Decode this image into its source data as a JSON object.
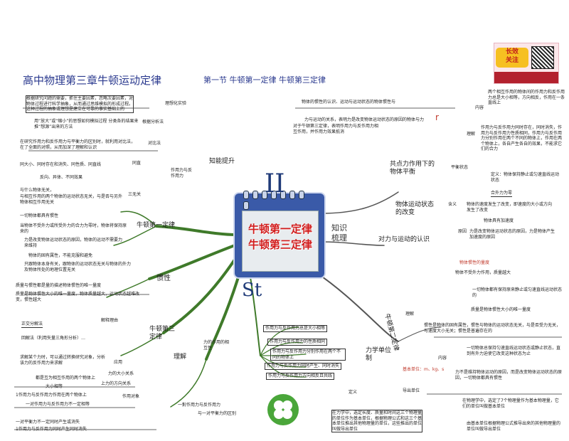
{
  "header": {
    "main_title": "高中物理第三章牛顿运动定律",
    "section_title": "第一节  牛顿第一定律  牛顿第三定律"
  },
  "center": {
    "cover_line1": "牛顿第一定律",
    "cover_line2": "牛顿第三定律",
    "big_letter_top": "II",
    "big_letter_bottom": "St",
    "knowledge_review": "知识\n梳理"
  },
  "left_panel": {
    "intro": "根据研究问题的需要，抓住主要因素，忽略次要因素，对物体过程进行科学抽象，从而通过思维模拟的形成过程。这种过程的抽象或理想是建立在可靠的事实基础上的",
    "ideal_experiment": "理想化实验",
    "analysis_method_note": "用“放大”或“缩小”的思想如何模拟过程 分类各的结果来推“想源”出来的方法",
    "methods": "根据分析法",
    "compare_text": "在研究作用力和反作用力与平衡力的区别时，就利用对比法，在了全面的对照，从而加深了理解和认识",
    "contrast_method": "对比法",
    "same_size": "同大小、同时存在和消失、同性质、同直线",
    "same_line": "同直",
    "opposite": "反向、异体、不同效果",
    "three_differences": "三无关",
    "unrelated": "与什么物体无关，",
    "unrelated2": "与相互作用的两个物体的运动状态无关，与是否与另外物体相互作用无关",
    "all_inertia": "一切物体都具有惯性",
    "no_force_note": "当物体不受外力或所受外力的合力为零时，物体将保持原来的",
    "force_changes": "力是改变物体运动状态的原因，物体的运动不需要力来维持",
    "nature_of_force": "物体的固有属性，不能克服和避免",
    "only_depends": "只跟物体本身有关，跟物体的运动状态无关与物体的外力及物体所处的地理位置无关",
    "mass_measure": "质量与惯性都是量的描述物体惯性的唯一量度",
    "bigger_mass": "质量是物体惯性大小的唯一量度，物体质量越大，运动状态越难改变，惯性越大",
    "orthogonal": "正交分解法",
    "orthogonal_note": "回解法（利用矢量三角形分析）…",
    "solve_note": "求解某个力时，可以通过转换研究对象，分析该力的反作用力来求解",
    "all_happen": "都是互为相互作用的两个物体上",
    "size_same": "大小相等",
    "action_note": "1作用力与反作用力作用在两个物体上",
    "action_note2": "一对作用力与反作用力不一定相等",
    "balanced_one": "一对平衡力不一定同时产生或消失",
    "balanced_two": "1作用力与反作用力同时产生同时消失"
  },
  "mindmap": {
    "newton_first_law": "牛顿第一定律",
    "inertia": "惯性",
    "newton_third_law": "牛顿第三定律",
    "understanding": "理解",
    "application": "应用",
    "key_property": "解释理由",
    "interaction_force": "力的作用的相互性",
    "knowledge_up": "知能提升",
    "force_obj": "作用力与反作用力",
    "force_obj2": "一對作用力与反作用力",
    "balance_force": "与一对平衡力的区别",
    "size_relation": "力的大小关系",
    "action_object": "作用对象",
    "action_object2": "上力的方向关系",
    "force_rel_list": [
      "作用力与反作用力总是大小相等",
      "作用力与反作用力的性质相同",
      "作用力与反作用力分别作用在两个不同的物体上",
      "作用力与反作用力同时产生、同时消失",
      "作用力与反作用力方向相反且共线"
    ]
  },
  "right_panel": {
    "top_note": "两个相互作用的物体间的作用力和反作用力总是大小相等，方向相反，作用在一条直线上",
    "content": "内容",
    "r_mark": "r",
    "force_eq": "物体的惯性的认识、运动与运动状态的物体惯性与",
    "force_relation": "力与运动的关系，表明力是改变物体运动状态的原因的物体与力",
    "balanced_note": "对于牛顿第三定律，表明作用力与反作用力相互作用，并作用力效果抵消",
    "explanation": "理解",
    "action_reaction": "作用力与反作用力同时存在，同时消失，作用力与反作用力性质相同，作用力与反作用力分别作用在两个不同的物体上，作用在两个物体上，各自产生各自的效果，不能求它们的合力",
    "common_force_plane": "共点力作用下的物体平衡",
    "balance_state": "平衡状态",
    "definition_balance": "定义：物体保持静止或匀速直线运动状态",
    "resultant": "合外力为零",
    "motion_change": "物体运动状态的改变",
    "velocity_change": "物体的速度发生了改变，即速度的大小或方向发生了改变",
    "meaning": "含义",
    "acceleration_source": "物体具有加速度",
    "force_and_motion": "对力与运动的认识",
    "reason": "原因",
    "reason_note": "力是改变物体运动状态的原因，力是物体产生加速度的原因",
    "mass_measure_r": "物体惯性的量度",
    "unit_note": "物体不受外力作用，质量越大",
    "inertia_note": "一切物体都有保持原来静止或匀速直线运动状态的",
    "inertia_measure": "质量是物体惯性大小的唯一量度",
    "newton2_box": "牛顿第二定律",
    "understand_r": "理解",
    "inertia_property": "惯性是物体的固有属性，惯性与物体的运动状态无关，与是否受力无关，与速度大小无关；惯性是普遍存在的",
    "second_law_content": "一切物体总保持匀速直线运动状态或静止状态，直到有外力迫使它改变这种状态为止",
    "content2": "内容",
    "force_change_cause": "力不是维持物体运动的原因，而是改变物体运动状态的原因，一切物体都具有惯性",
    "force_unit": "力学单位制",
    "base_units": "基本单位：m、kg、s",
    "derived_unit": "导出单位",
    "definition": "定义",
    "derived_note": "在物理学中，选定了7个物理量作为基本物理量，它们的单位叫做基本单位",
    "unit_system": "在力学中，选定长度、质量和时间这三个物理量的单位作为基本单位，根据物理公式和这三个基本单位推出其他物理量的单位，这些推出的单位叫做导出单位",
    "derived_explain": "由基本单位根据物理公式推导出来的其他物理量的单位叫做导出单位"
  },
  "ad": {
    "line1": "长效",
    "line2": "关注"
  },
  "colors": {
    "title": "#2b3a8f",
    "branch": "#3f7a2a",
    "accent_red": "#c0392b"
  }
}
